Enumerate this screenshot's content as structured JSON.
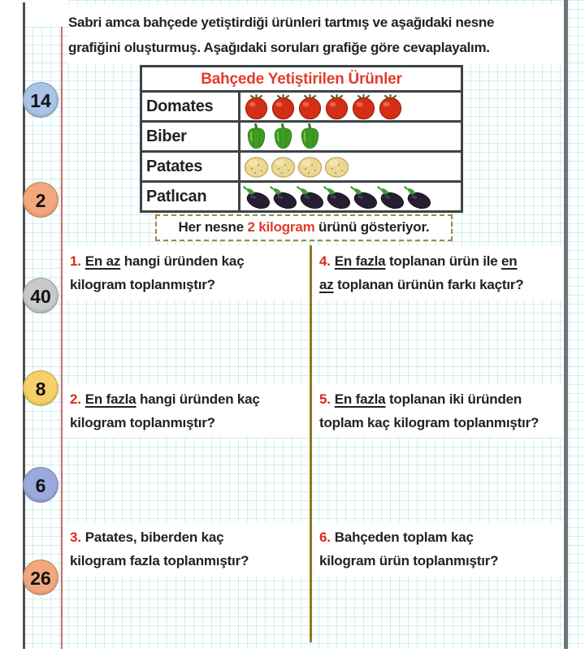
{
  "page": {
    "intro_line1": "Sabri amca bahçede yetiştirdiği ürünleri tartmış ve aşağıdaki nesne",
    "intro_line2": "grafiğini oluşturmuş. Aşağıdaki soruları grafiğe göre cevaplayalım."
  },
  "chart_data": {
    "type": "pictograph",
    "title": "Bahçede Yetiştirilen Ürünler",
    "categories": [
      "Domates",
      "Biber",
      "Patates",
      "Patlıcan"
    ],
    "icons": [
      "tomato",
      "pepper",
      "potato",
      "eggplant"
    ],
    "icon_counts": [
      6,
      3,
      4,
      7
    ],
    "kg_per_icon": 2,
    "values_kg": [
      12,
      6,
      8,
      14
    ],
    "unit_note": {
      "pre": "Her nesne ",
      "highlight": "2 kilogram",
      "post": " ürünü gösteriyor."
    }
  },
  "margin_answers": [
    {
      "value": "14",
      "bg": "#a9c4e6"
    },
    {
      "value": "2",
      "bg": "#f1a87d"
    },
    {
      "value": "40",
      "bg": "#c9c9c9"
    },
    {
      "value": "8",
      "bg": "#f6d169"
    },
    {
      "value": "6",
      "bg": "#9aaadd"
    },
    {
      "value": "26",
      "bg": "#f1a87d"
    }
  ],
  "questions": [
    {
      "number": "1.",
      "segments": [
        {
          "text": "En az",
          "underline": true
        },
        {
          "text": " hangi üründen kaç"
        },
        {
          "break": true
        },
        {
          "text": "kilogram toplanmıştır?"
        }
      ]
    },
    {
      "number": "2.",
      "segments": [
        {
          "text": "En fazla",
          "underline": true
        },
        {
          "text": " hangi üründen kaç"
        },
        {
          "break": true
        },
        {
          "text": "kilogram toplanmıştır?"
        }
      ]
    },
    {
      "number": "3.",
      "segments": [
        {
          "text": "Patates, biberden kaç"
        },
        {
          "break": true
        },
        {
          "text": "kilogram fazla toplanmıştır?"
        }
      ]
    },
    {
      "number": "4.",
      "segments": [
        {
          "text": "En fazla",
          "underline": true
        },
        {
          "text": " toplanan ürün ile "
        },
        {
          "text": "en",
          "underline": true
        },
        {
          "break": true
        },
        {
          "text": "az",
          "underline": true
        },
        {
          "text": " toplanan ürünün farkı kaçtır?"
        }
      ]
    },
    {
      "number": "5.",
      "segments": [
        {
          "text": "En fazla",
          "underline": true
        },
        {
          "text": " toplanan iki üründen"
        },
        {
          "break": true
        },
        {
          "text": "toplam kaç kilogram toplanmıştır?"
        }
      ]
    },
    {
      "number": "6.",
      "segments": [
        {
          "text": "Bahçeden toplam kaç"
        },
        {
          "break": true
        },
        {
          "text": "kilogram ürün toplanmıştır?"
        }
      ]
    }
  ],
  "colors": {
    "question_number_red": "#da2a1a",
    "chart_title_red": "#e23b2b",
    "margin_line_red": "#c96b6b",
    "column_divider_olive": "#8d7b21",
    "table_border": "#3d4348"
  }
}
